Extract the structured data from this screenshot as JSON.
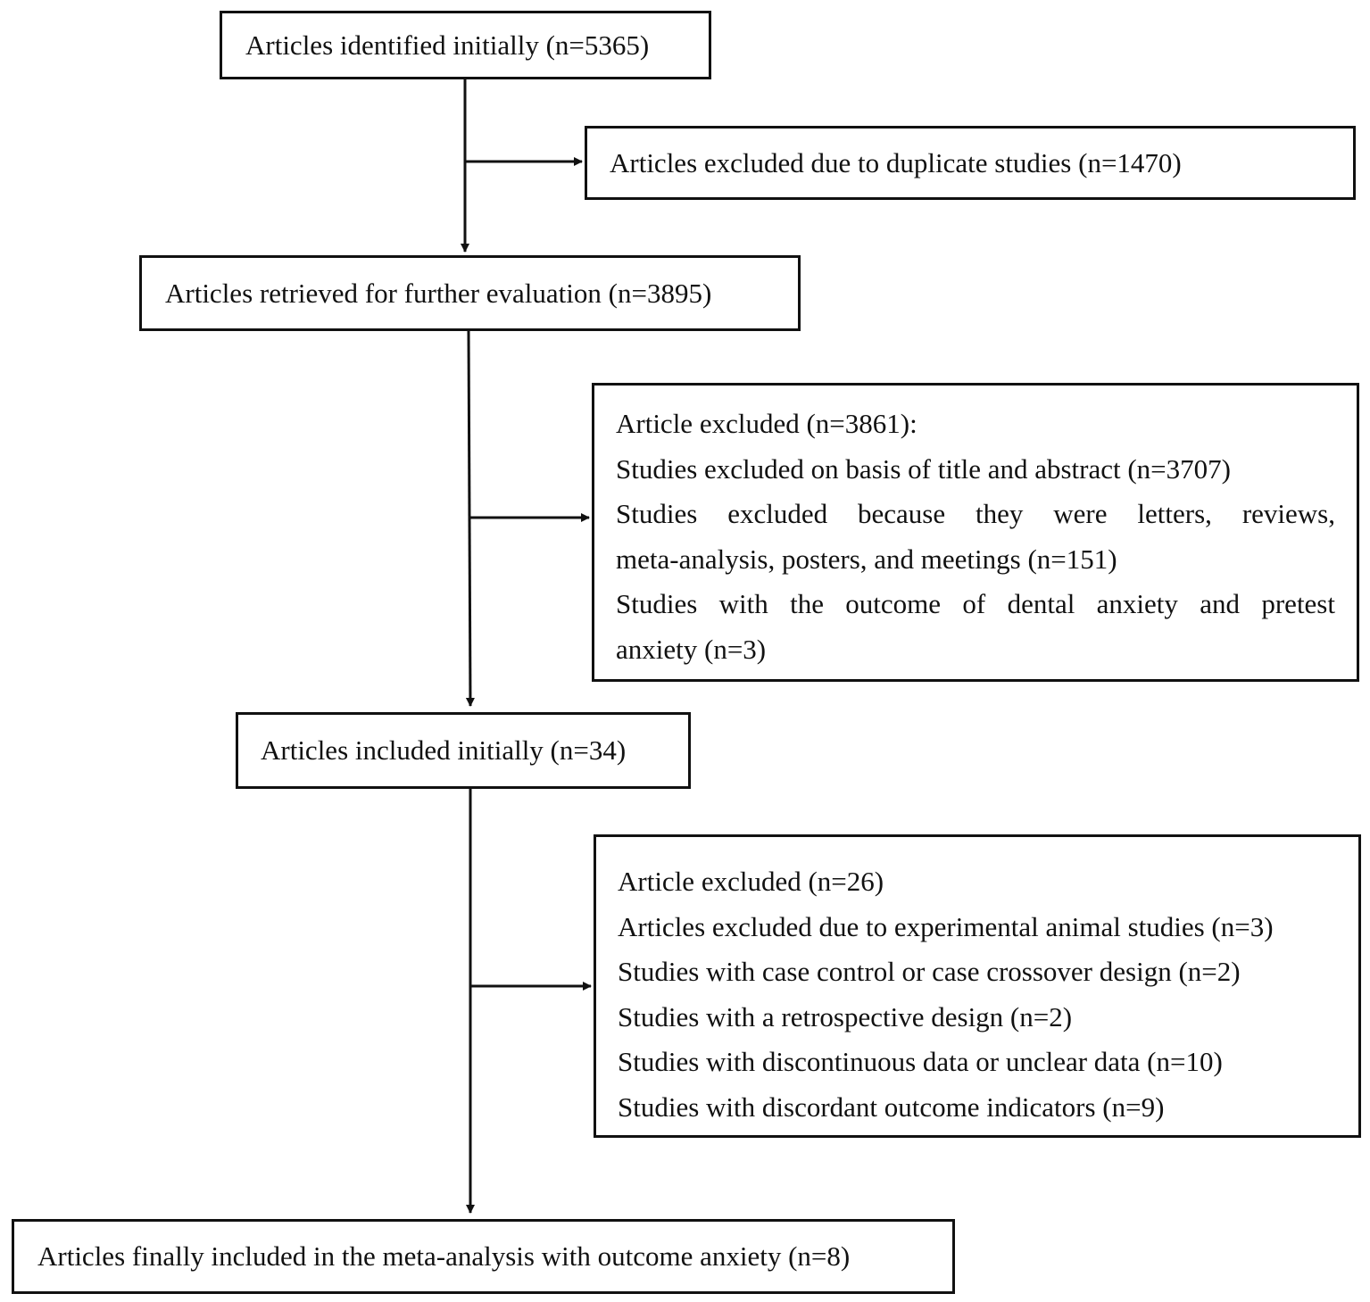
{
  "nodes": {
    "identified": {
      "text": "Articles identified initially (n=5365)"
    },
    "duplicates": {
      "text": "Articles excluded due to duplicate studies (n=1470)"
    },
    "retrieved": {
      "text": "Articles retrieved for further evaluation (n=3895)"
    },
    "excluded_first": {
      "heading": "Article excluded (n=3861):",
      "items": [
        {
          "text": "Studies excluded on basis of title and abstract (n=3707)"
        },
        {
          "line1": "Studies excluded because they were letters, reviews,",
          "line2": "meta-analysis, posters, and meetings (n=151)"
        },
        {
          "line1": "Studies with the outcome of dental anxiety and pretest",
          "line2": "anxiety (n=3)"
        }
      ]
    },
    "included": {
      "text": "Articles included initially (n=34)"
    },
    "excluded_second": {
      "heading": "Article excluded (n=26)",
      "items": [
        "Articles excluded due to experimental animal studies (n=3)",
        "Studies with case control or case crossover design (n=2)",
        "Studies with a retrospective design (n=2)",
        "Studies with discontinuous data or unclear data (n=10)",
        "Studies with discordant outcome indicators (n=9)"
      ]
    },
    "final": {
      "text": "Articles finally included in the meta-analysis with outcome anxiety (n=8)"
    }
  }
}
